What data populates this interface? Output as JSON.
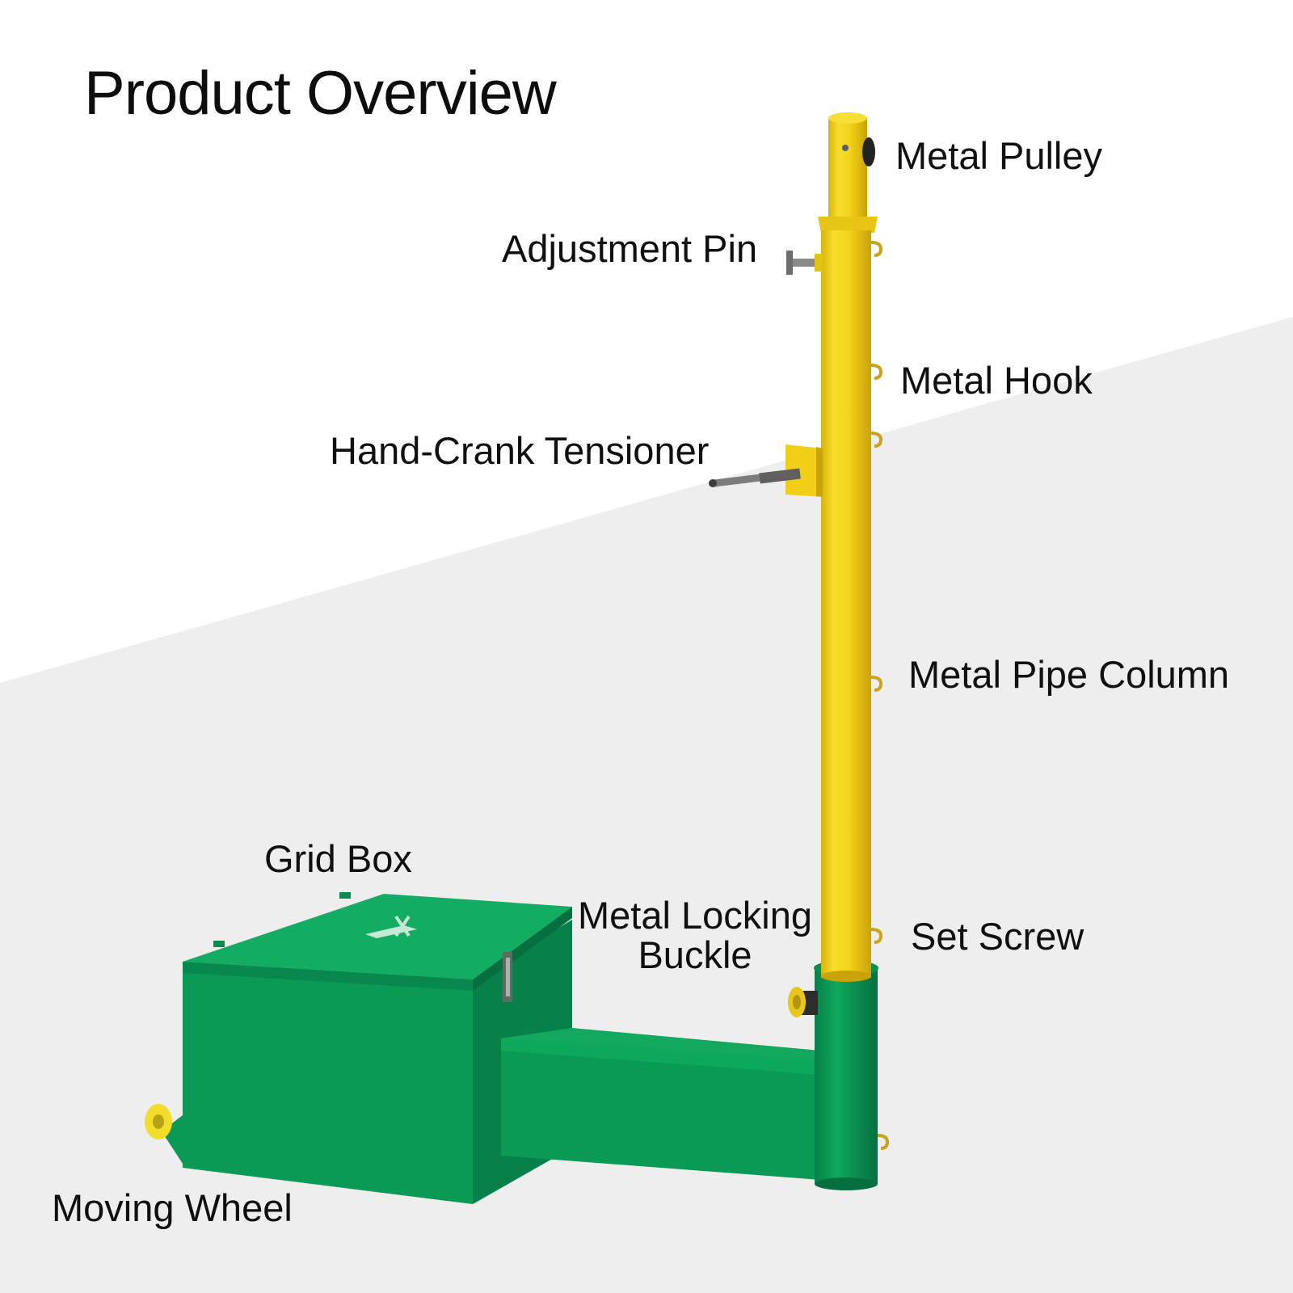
{
  "title": "Product Overview",
  "labels": {
    "metal_pulley": "Metal Pulley",
    "adjustment_pin": "Adjustment Pin",
    "metal_hook": "Metal Hook",
    "hand_crank_tensioner": "Hand-Crank Tensioner",
    "metal_pipe_column": "Metal Pipe Column",
    "grid_box": "Grid Box",
    "metal_locking_buckle_line1": "Metal Locking",
    "metal_locking_buckle_line2": "Buckle",
    "set_screw": "Set Screw",
    "moving_wheel": "Moving Wheel"
  },
  "colors": {
    "background_upper": "#ffffff",
    "background_lower": "#eeeeee",
    "post_yellow": "#f2d31b",
    "post_yellow_shadow": "#d9b50c",
    "base_green": "#0a9a55",
    "base_green_dark": "#07804a",
    "base_green_light": "#12ad62",
    "hook_brass": "#c9a21e",
    "steel": "#8a8a8a"
  }
}
